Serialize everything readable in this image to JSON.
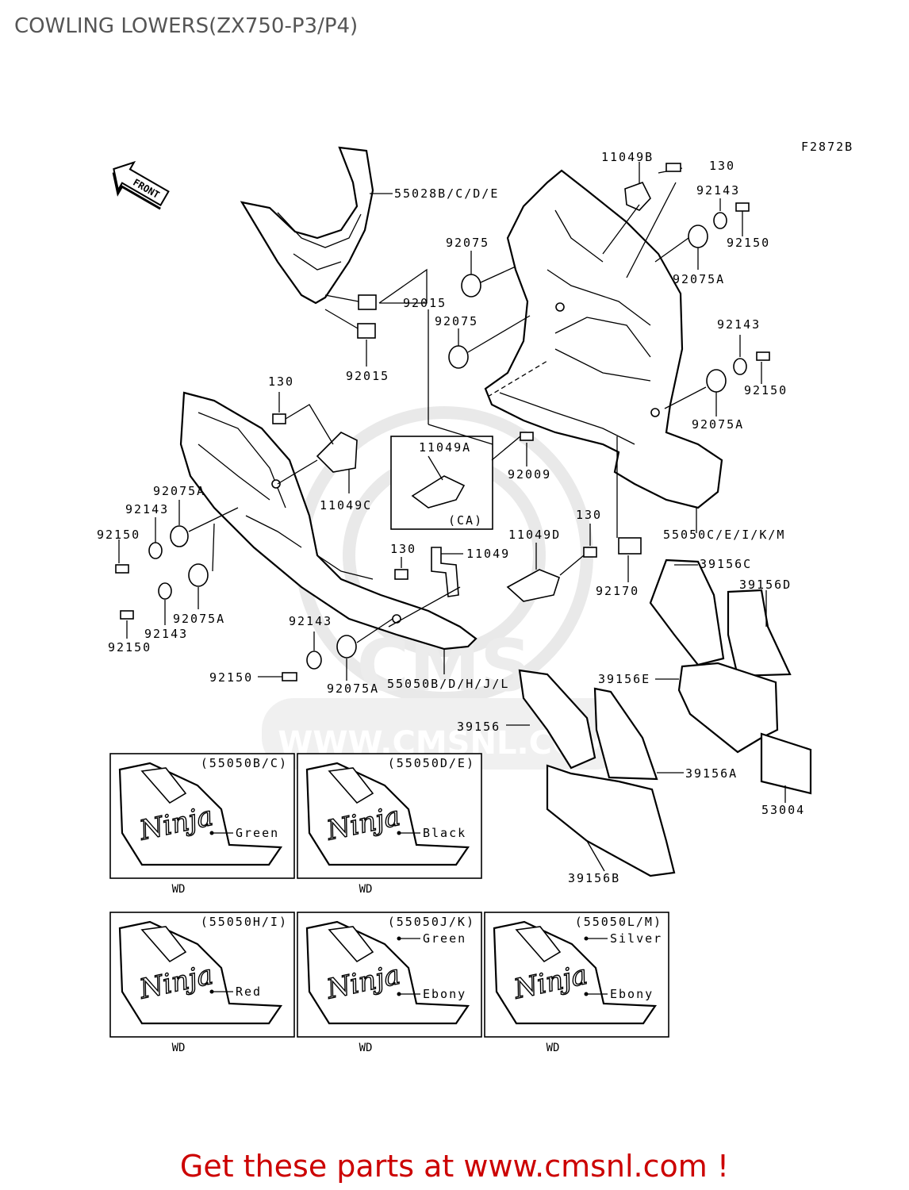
{
  "title": "COWLING LOWERS(ZX750-P3/P4)",
  "figure_code": "F2872B",
  "front_label": "FRONT",
  "watermark": {
    "logo_text": "CMS",
    "url_text": "WWW.CMSNL.COM"
  },
  "part_labels": {
    "p55028": "55028B/C/D/E",
    "p11049B": "11049B",
    "p130_top": "130",
    "p92143_top": "92143",
    "p92150_top": "92150",
    "p92075_a": "92075",
    "p92075A_top": "92075A",
    "p92015_a": "92015",
    "p92075_b": "92075",
    "p92015_b": "92015",
    "p92143_mid": "92143",
    "p92150_mid": "92150",
    "p92075A_mid": "92075A",
    "p130_left": "130",
    "p11049A": "11049A",
    "pCA": "(CA)",
    "p92009": "92009",
    "p92075A_left": "92075A",
    "p92143_left": "92143",
    "p92150_left": "92150",
    "p11049C": "11049C",
    "p130_right": "130",
    "p55050CE": "55050C/E/I/K/M",
    "p11049D": "11049D",
    "p130_center": "130",
    "p11049": "11049",
    "p39156C": "39156C",
    "p92170": "92170",
    "p39156D": "39156D",
    "p92075A_bl": "92075A",
    "p92143_bl": "92143",
    "p92150_bl": "92150",
    "p92143_bc": "92143",
    "p92150_bc": "92150",
    "p92075A_bc": "92075A",
    "p55050BD": "55050B/D/H/J/L",
    "p39156E": "39156E",
    "p39156": "39156",
    "p39156A": "39156A",
    "p53004": "53004",
    "p39156B": "39156B"
  },
  "variants": [
    {
      "code": "(55050B/C)",
      "colors": [
        "Green"
      ],
      "footnote": "WD"
    },
    {
      "code": "(55050D/E)",
      "colors": [
        "Black"
      ],
      "footnote": "WD"
    },
    {
      "code": "(55050H/I)",
      "colors": [
        "Red"
      ],
      "footnote": "WD"
    },
    {
      "code": "(55050J/K)",
      "colors": [
        "Green",
        "Ebony"
      ],
      "footnote": "WD"
    },
    {
      "code": "(55050L/M)",
      "colors": [
        "Silver",
        "Ebony"
      ],
      "footnote": "WD"
    }
  ],
  "variant_logo_text": "Ninja",
  "footer": "Get these parts at www.cmsnl.com !"
}
